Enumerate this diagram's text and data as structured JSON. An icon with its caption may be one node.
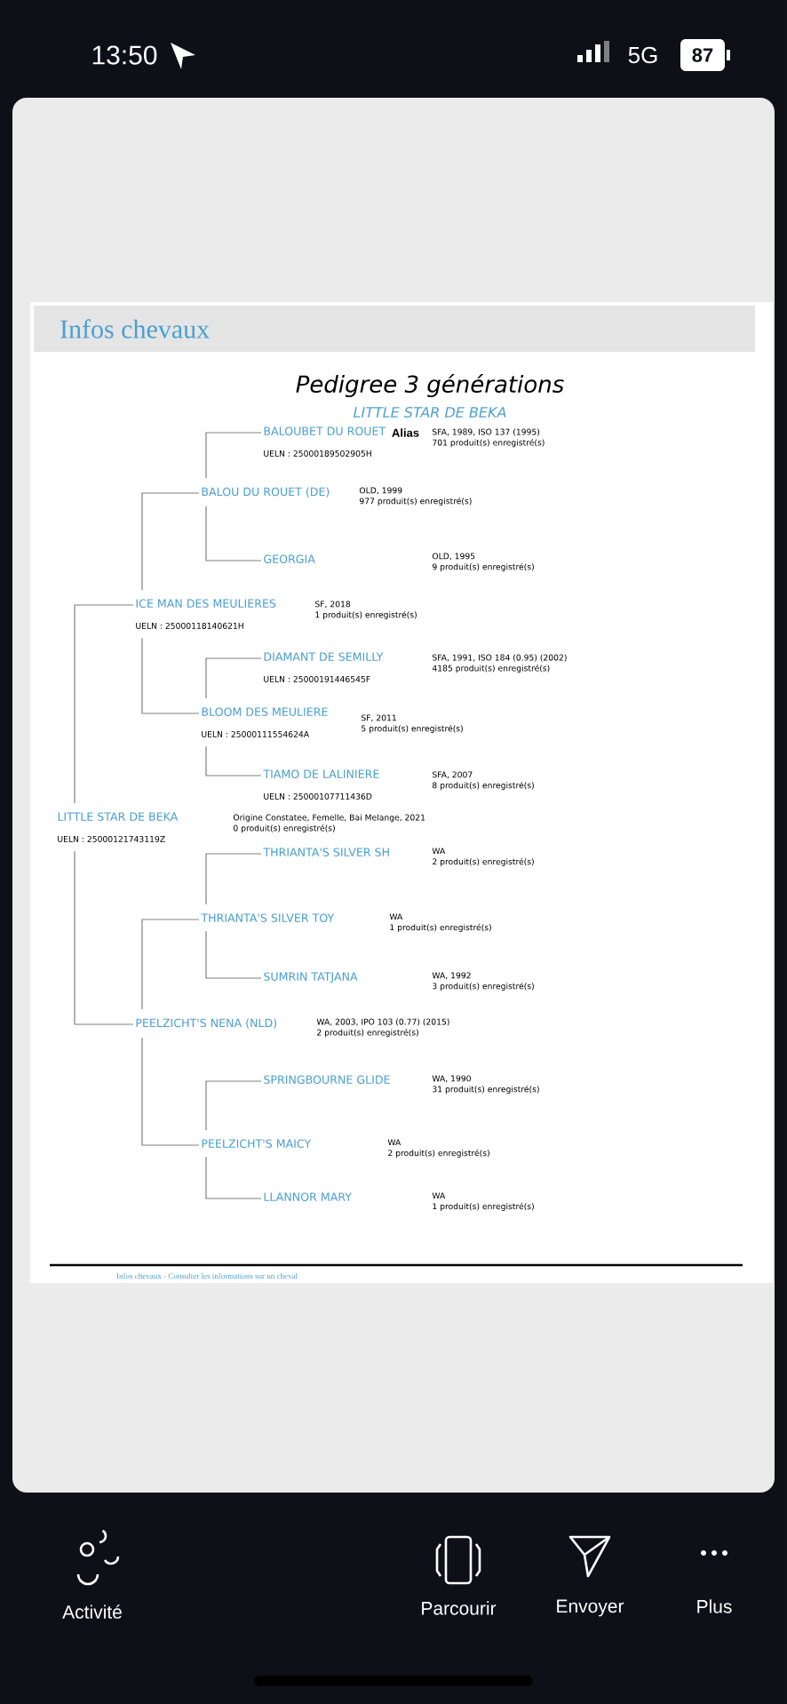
{
  "diagram": {
    "title": "Pedigree 3 générations",
    "nodes": [
      {
        "text": [
          "BALOUBET DU ROUET",
          "UELN : 25000189502905H"
        ],
        "beside": [
          "Alias",
          "SFA, 1989, ISO 137 (1995)",
          "701 produit(s) enregistré(s)"
        ]
      },
      {
        "text": [
          "BALOU DU ROUET (DE)"
        ],
        "beside": [
          "OLD, 1999",
          "977 produit(s) enregistré(s)"
        ]
      },
      {
        "text": [
          "GEORGIA"
        ],
        "beside": [
          "OLD, 1995",
          "9 produit(s) enregistré(s)"
        ]
      },
      {
        "text": [
          "ICE MAN DES MEULIERES",
          "UELN : 25000118140621H"
        ],
        "beside": [
          "SF, 2018",
          "1 produit(s) enregistré(s)"
        ]
      },
      {
        "text": [
          "DIAMANT DE SEMILLY",
          "UELN : 25000191446545F"
        ],
        "beside": [
          "SFA, 1991, ISO 184 (0.95) (2002)",
          "4185 produit(s) enregistré(s)"
        ]
      },
      {
        "text": [
          "BLOOM DES MEULIERE",
          "UELN : 25000111554624A"
        ],
        "beside": [
          "SF, 2011",
          "5 produit(s) enregistré(s)"
        ]
      },
      {
        "text": [
          "TIAMO DE LALINIERE",
          "UELN : 25000107711436D"
        ],
        "beside": [
          "SFA, 2007",
          "8 produit(s) enregistré(s)"
        ]
      },
      {
        "text": [
          "LITTLE STAR DE BEKA",
          "UELN : 25000121743119Z"
        ],
        "beside": [
          "Origine Constatee, Femelle, Bai Melange, 2021",
          "0 produit(s) enregistré(s)"
        ]
      },
      {
        "text": [
          "THRIANTA'S SILVER SH"
        ],
        "beside": [
          "WA",
          "2 produit(s) enregistré(s)"
        ]
      },
      {
        "text": [
          "THRIANTA'S SILVER TOY"
        ],
        "beside": [
          "WA",
          "1 produit(s) enregistré(s)"
        ]
      },
      {
        "text": [
          "SUMRIN TATJANA"
        ],
        "beside": [
          "WA, 1992",
          "3 produit(s) enregistré(s)"
        ]
      },
      {
        "text": [
          "PEELZICHT'S NENA (NLD)"
        ],
        "beside": [
          "WA, 2003, IPO 103 (0.77) (2015)",
          "2 produit(s) enregistré(s)"
        ]
      },
      {
        "text": [
          "SPRINGBOURNE GLIDE"
        ],
        "beside": [
          "WA, 1990",
          "31 produit(s) enregistré(s)"
        ]
      },
      {
        "text": [
          "PEELZICHT'S MAICY"
        ],
        "beside": [
          "WA",
          "2 produit(s) enregistré(s)"
        ]
      },
      {
        "text": [
          "LLANNOR MARY"
        ],
        "beside": [
          "WA",
          "1 produit(s) enregistré(s)"
        ]
      }
    ],
    "edges": [
      {
        "from": 7,
        "to": 3,
        "arrow": "none"
      },
      {
        "from": 7,
        "to": 11,
        "arrow": "none"
      },
      {
        "from": 3,
        "to": 1,
        "arrow": "none"
      },
      {
        "from": 3,
        "to": 5,
        "arrow": "none"
      },
      {
        "from": 1,
        "to": 0,
        "arrow": "none"
      },
      {
        "from": 1,
        "to": 2,
        "arrow": "none"
      },
      {
        "from": 5,
        "to": 4,
        "arrow": "none"
      },
      {
        "from": 5,
        "to": 6,
        "arrow": "none"
      },
      {
        "from": 11,
        "to": 9,
        "arrow": "none"
      },
      {
        "from": 11,
        "to": 13,
        "arrow": "none"
      },
      {
        "from": 9,
        "to": 8,
        "arrow": "none"
      },
      {
        "from": 9,
        "to": 10,
        "arrow": "none"
      },
      {
        "from": 13,
        "to": 12,
        "arrow": "none"
      },
      {
        "from": 13,
        "to": 14,
        "arrow": "none"
      }
    ],
    "labels": [
      "13:50",
      "5G",
      "87",
      "Infos chevaux",
      "LITTLE STAR DE BEKA",
      "Infos chevaux - Consulter les informations sur un cheval",
      "Activité",
      "Parcourir",
      "Envoyer",
      "Plus"
    ]
  }
}
